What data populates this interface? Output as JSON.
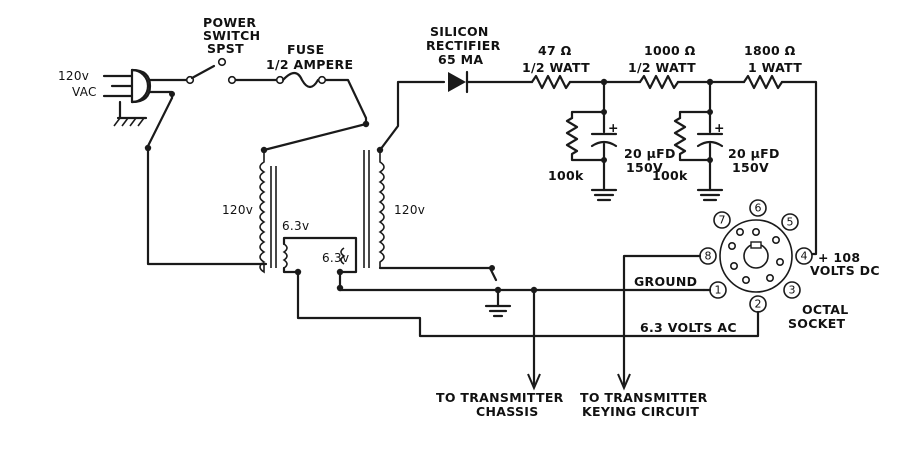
{
  "labels": {
    "ac_input_line1": "120v",
    "ac_input_line2": "VAC",
    "power_switch_line1": "POWER",
    "power_switch_line2": "SWITCH",
    "power_switch_line3": "SPST",
    "fuse_line1": "FUSE",
    "fuse_line2": "1/2 AMPERE",
    "rectifier_line1": "SILICON",
    "rectifier_line2": "RECTIFIER",
    "rectifier_line3": "65 MA",
    "r1_value": "47 Ω",
    "r1_rating": "1/2 WATT",
    "r2_value": "1000 Ω",
    "r2_rating": "1/2 WATT",
    "r3_value": "1800 Ω",
    "r3_rating": "1 WATT",
    "c1_value": "20 μFD",
    "c1_voltage": "150V",
    "c2_value": "20 μFD",
    "c2_voltage": "150V",
    "bleeder1": "100k",
    "bleeder2": "100k",
    "t1_primary": "120v",
    "t1_secondary": "6.3v",
    "t2_secondary": "6.3v",
    "t2_primary": "120v",
    "ground_line": "GROUND",
    "filament_line": "6.3  VOLTS AC",
    "b_plus_line1": "+ 108",
    "b_plus_line2": "VOLTS DC",
    "socket_line1": "OCTAL",
    "socket_line2": "SOCKET",
    "chassis_line1": "TO TRANSMITTER",
    "chassis_line2": "CHASSIS",
    "keying_line1": "TO TRANSMITTER",
    "keying_line2": "KEYING CIRCUIT",
    "cap_plus": "+"
  },
  "octal_pins": [
    "1",
    "2",
    "3",
    "4",
    "5",
    "6",
    "7",
    "8"
  ]
}
